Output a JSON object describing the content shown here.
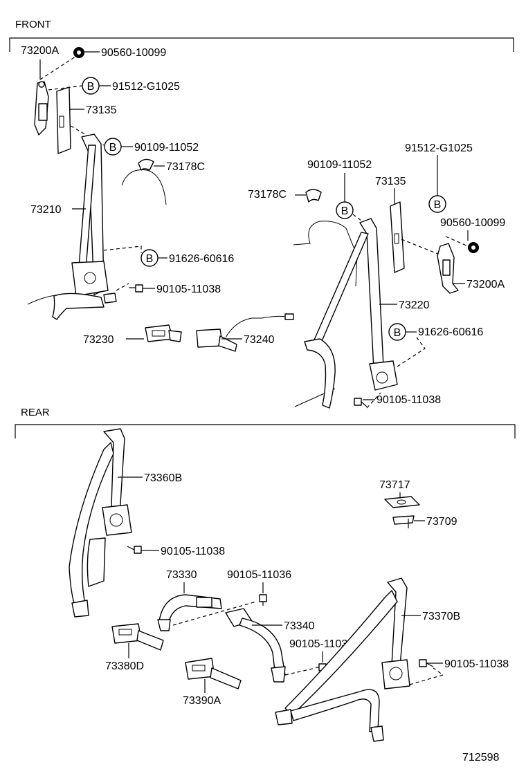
{
  "sections": {
    "front": "FRONT",
    "rear": "REAR"
  },
  "labels": {
    "f_73200A_left": "73200A",
    "f_90560_left": "90560-10099",
    "f_91512_left": "91512-G1025",
    "f_73135_left": "73135",
    "f_90109_left": "90109-11052",
    "f_73178C_left": "73178C",
    "f_73210": "73210",
    "f_91626_left": "91626-60616",
    "f_90105_left": "90105-11038",
    "f_73230": "73230",
    "f_73240": "73240",
    "f_91512_right": "91512-G1025",
    "f_90109_right": "90109-11052",
    "f_73135_right": "73135",
    "f_73178C_right": "73178C",
    "f_90560_right": "90560-10099",
    "f_73200A_right": "73200A",
    "f_73220": "73220",
    "f_91626_right": "91626-60616",
    "f_90105_right": "90105-11038",
    "r_73360B": "73360B",
    "r_90105_11038_a": "90105-11038",
    "r_73330": "73330",
    "r_90105_11036_a": "90105-11036",
    "r_73340": "73340",
    "r_90105_11036_b": "90105-11036",
    "r_73380D": "73380D",
    "r_73390A": "73390A",
    "r_73717": "73717",
    "r_73709": "73709",
    "r_73370B": "73370B",
    "r_90105_11038_b": "90105-11038"
  },
  "markers": {
    "b1": "B",
    "b2": "B",
    "b3": "B",
    "b4": "B",
    "b5": "B",
    "b6": "B"
  },
  "diagram_id": "712598"
}
